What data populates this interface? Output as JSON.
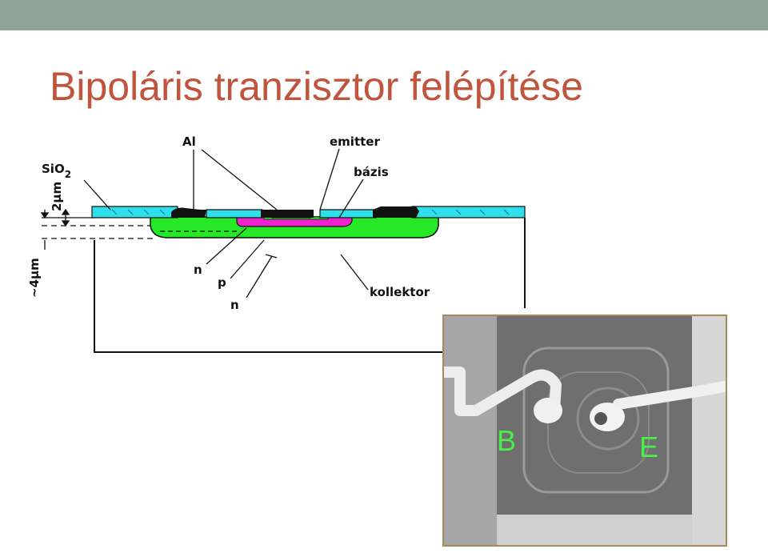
{
  "slide": {
    "title": "Bipoláris tranzisztor felépítése"
  },
  "diagram": {
    "labels": {
      "al": "Al",
      "emitter": "emitter",
      "bazis": "bázis",
      "sio2": "SiO",
      "sio2_sub": "2",
      "thickness_2um": "2μm",
      "thickness_4um": "~4μm",
      "n_upper": "n",
      "p": "p",
      "n_lower": "n",
      "kollektor": "kollektor"
    },
    "colors": {
      "oxide": "#2fe0ea",
      "base_p": "#ee22cc",
      "collector_n": "#26e826",
      "metal": "#111111"
    }
  },
  "photo": {
    "labels": {
      "b": "B",
      "e": "E"
    },
    "label_color": "#47f04a"
  }
}
